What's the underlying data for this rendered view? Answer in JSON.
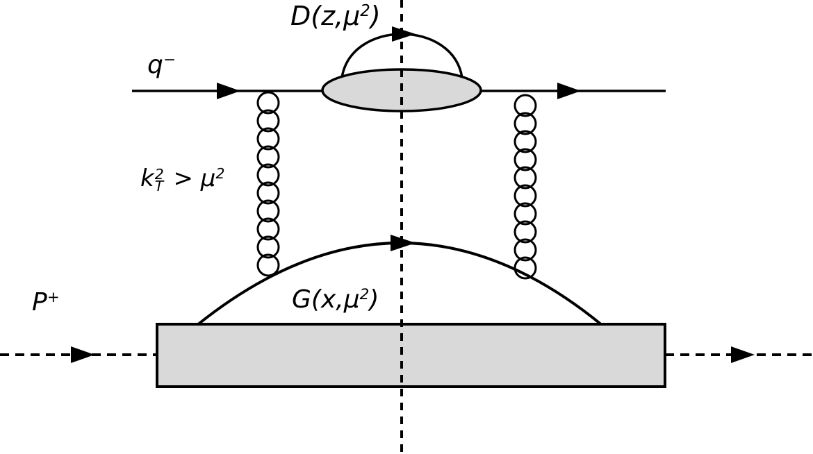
{
  "colors": {
    "ink": "#000000",
    "blob_fill": "#d9d9d9",
    "background": "#ffffff"
  },
  "labels": {
    "quark_momentum": {
      "base": "q",
      "sup": "−"
    },
    "fragmentation_function": {
      "pre": "D(z,μ",
      "sup": "2",
      "post": ")"
    },
    "transverse_momentum_cutoff": {
      "base": "k",
      "sup": "2",
      "sub": "T",
      "mid": " > μ",
      "end_sup": "2"
    },
    "gluon_distribution": {
      "pre": "G(x,μ",
      "sup": "2",
      "post": ")"
    },
    "proton_momentum": {
      "base": "P",
      "sup": "+"
    }
  }
}
